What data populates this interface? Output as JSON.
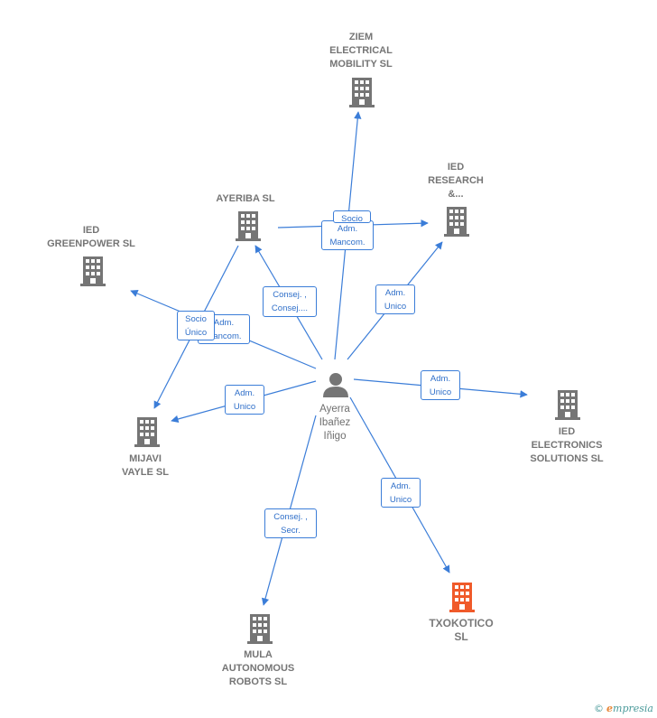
{
  "colors": {
    "edge": "#3b7dd8",
    "building": "#757575",
    "building_highlight": "#f05a2a",
    "person": "#757575"
  },
  "center": {
    "name": "Ayerra\nIbañez\nIñigo",
    "icon": "person-icon"
  },
  "companies": [
    {
      "id": "ziem",
      "name": "ZIEM\nELECTRICAL\nMOBILITY  SL",
      "icon": "building-icon",
      "highlight": false
    },
    {
      "id": "iedresearch",
      "name": "IED\nRESEARCH\n&...",
      "icon": "building-icon",
      "highlight": false
    },
    {
      "id": "ayeriba",
      "name": "AYERIBA  SL",
      "icon": "building-icon",
      "highlight": false
    },
    {
      "id": "iedgreen",
      "name": "IED\nGREENPOWER SL",
      "icon": "building-icon",
      "highlight": false
    },
    {
      "id": "mijavi",
      "name": "MIJAVI\nVAYLE  SL",
      "icon": "building-icon",
      "highlight": false
    },
    {
      "id": "iedelec",
      "name": "IED\nELECTRONICS\nSOLUTIONS  SL",
      "icon": "building-icon",
      "highlight": false
    },
    {
      "id": "mula",
      "name": "MULA\nAUTONOMOUS\nROBOTS  SL",
      "icon": "building-icon",
      "highlight": false
    },
    {
      "id": "txokotico",
      "name": "TXOKOTICO\nSL",
      "icon": "building-icon",
      "highlight": true
    }
  ],
  "relations": [
    {
      "id": "r_ziem",
      "target": "ziem",
      "label": "Adm.\nMancom."
    },
    {
      "id": "r_ziem_back",
      "target": "ziem",
      "label": "Socio"
    },
    {
      "id": "r_iedresearch",
      "target": "iedresearch",
      "label": "Adm.\nUnico"
    },
    {
      "id": "r_ayeriba",
      "target": "ayeriba",
      "label": "Consej. ,\nConsej...."
    },
    {
      "id": "r_iedgreen",
      "target": "iedgreen",
      "label": "Adm.\nMancom."
    },
    {
      "id": "r_mijavi_socio",
      "target": "mijavi",
      "label": "Socio\nÚnico"
    },
    {
      "id": "r_mijavi",
      "target": "mijavi",
      "label": "Adm.\nUnico"
    },
    {
      "id": "r_iedelec",
      "target": "iedelec",
      "label": "Adm.\nUnico"
    },
    {
      "id": "r_mula",
      "target": "mula",
      "label": "Consej. ,\nSecr."
    },
    {
      "id": "r_txokotico",
      "target": "txokotico",
      "label": "Adm.\nUnico"
    }
  ],
  "watermark": {
    "copyright": "©",
    "brand_initial": "e",
    "brand_rest": "mpresia"
  }
}
